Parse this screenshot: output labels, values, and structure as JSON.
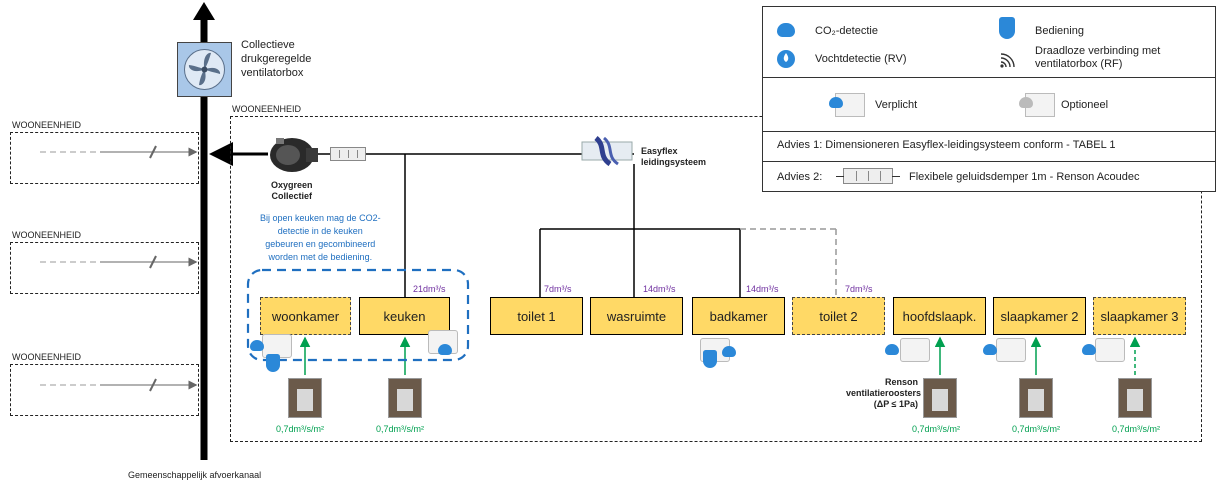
{
  "fan_label": [
    "Collectieve",
    "drukgeregelde",
    "ventilatorbox"
  ],
  "dwelling_labels": [
    "WOONEENHEID",
    "WOONEENHEID",
    "WOONEENHEID"
  ],
  "main_unit_label": "WOONEENHEID",
  "shaft_label": "Gemeenschappelijk afvoerkanaal",
  "oxygreen_label": [
    "Oxygreen",
    "Collectief"
  ],
  "easyflex_label": [
    "Easyflex",
    "leidingsysteem"
  ],
  "kitchen_note": [
    "Bij open keuken mag de CO2-",
    "detectie in de keuken",
    "gebeuren en gecombineerd",
    "worden met de bediening."
  ],
  "grille_label": [
    "Renson",
    "ventilatieroosters",
    "(ΔP ≤ 1Pa)"
  ],
  "rooms": [
    {
      "label": "woonkamer",
      "optional": false
    },
    {
      "label": "keuken",
      "optional": false
    },
    {
      "label": "toilet 1",
      "optional": false
    },
    {
      "label": "wasruimte",
      "optional": false
    },
    {
      "label": "badkamer",
      "optional": false
    },
    {
      "label": "toilet 2",
      "optional": true
    },
    {
      "label": "hoofdslaapk.",
      "optional": false
    },
    {
      "label": "slaapkamer 2",
      "optional": false
    },
    {
      "label": "slaapkamer 3",
      "optional": true
    }
  ],
  "flow_labels": {
    "keuken": "21dm³/s",
    "toilet1": "7dm³/s",
    "wasruimte": "14dm³/s",
    "badkamer": "14dm³/s",
    "toilet2": "7dm³/s"
  },
  "supply_labels": [
    "0,7dm³/s/m²",
    "0,7dm³/s/m²",
    "0,7dm³/s/m²",
    "0,7dm³/s/m²",
    "0,7dm³/s/m²"
  ],
  "legend": {
    "co2": "CO₂-detectie",
    "humidity": "Vochtdetectie (RV)",
    "control": "Bediening",
    "wireless": [
      "Draadloze verbinding met",
      "ventilatorbox (RF)"
    ],
    "required": "Verplicht",
    "optional": "Optioneel",
    "advice1": "Advies 1:  Dimensioneren Easyflex-leidingsysteem conform - TABEL 1",
    "advice2_prefix": "Advies 2:",
    "advice2_text": "Flexibele geluidsdemper 1m - Renson Acoudec"
  },
  "colors": {
    "room_fill": "#ffd966",
    "flow_purple": "#7030a0",
    "supply_green": "#00a050",
    "note_blue": "#1f6fc0",
    "icon_blue": "#2b88d8"
  }
}
